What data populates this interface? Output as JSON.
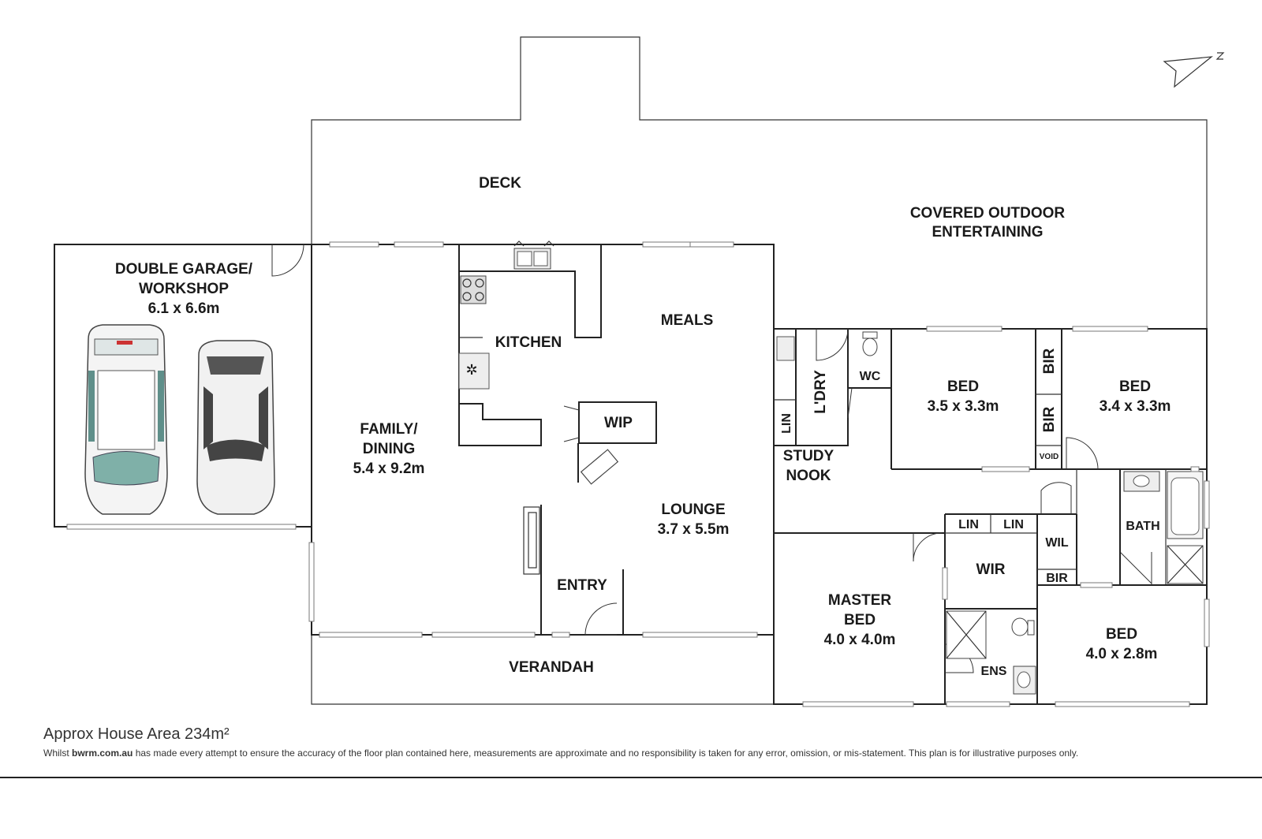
{
  "rooms": {
    "deck": "DECK",
    "covered_outdoor_1": "COVERED OUTDOOR",
    "covered_outdoor_2": "ENTERTAINING",
    "garage_1": "DOUBLE GARAGE/",
    "garage_2": "WORKSHOP",
    "garage_dim": "6.1 x 6.6m",
    "kitchen": "KITCHEN",
    "meals": "MEALS",
    "family_1": "FAMILY/",
    "family_2": "DINING",
    "family_dim": "5.4 x 9.2m",
    "wip": "WIP",
    "lounge": "LOUNGE",
    "lounge_dim": "3.7 x 5.5m",
    "entry": "ENTRY",
    "verandah": "VERANDAH",
    "laundry": "L'DRY",
    "lin_laundry": "LIN",
    "wc": "WC",
    "study_1": "STUDY",
    "study_2": "NOOK",
    "bed2": "BED",
    "bed2_dim": "3.5 x 3.3m",
    "bir_top": "BIR",
    "bir_mid": "BIR",
    "void": "VOID",
    "bed3": "BED",
    "bed3_dim": "3.4 x 3.3m",
    "bath": "BATH",
    "lin_1": "LIN",
    "lin_2": "LIN",
    "wil": "WIL",
    "bir_low": "BIR",
    "wir": "WIR",
    "master_1": "MASTER",
    "master_2": "BED",
    "master_dim": "4.0 x 4.0m",
    "ens": "ENS",
    "bed4": "BED",
    "bed4_dim": "4.0 x 2.8m"
  },
  "footer": {
    "area": "Approx House Area 234m²",
    "disclaimer_pre": "Whilst ",
    "disclaimer_brand": "bwrm.com.au",
    "disclaimer_post": " has made every attempt to ensure the accuracy of the floor plan contained here, measurements are approximate and no responsibility is taken for any error, omission, or mis-statement. This plan is for illustrative purposes only."
  },
  "icons": {
    "north": "north-arrow-icon",
    "car": "car-icon",
    "sink": "sink-icon",
    "cooktop": "cooktop-icon",
    "toilet": "toilet-icon",
    "bathtub": "bathtub-icon",
    "shower": "shower-icon"
  }
}
